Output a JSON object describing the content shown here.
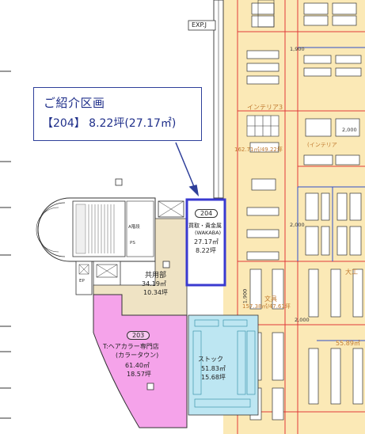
{
  "callout": {
    "title": "ご紹介区画",
    "detail": "【204】 8.22坪(27.17㎡)"
  },
  "marker": "EXP.J",
  "units": [
    {
      "id": "204",
      "name": "買取・貴金属",
      "sub": "(WAKABA)",
      "area_m2": "27.17㎡",
      "area_tsubo": "8.22坪",
      "color": "#ffffff"
    },
    {
      "id": "",
      "name": "共用部",
      "sub": "",
      "area_m2": "34.19㎡",
      "area_tsubo": "10.34坪",
      "color": "#efe3c4"
    },
    {
      "id": "203",
      "name": "T:ヘアカラー専門店",
      "sub": "(カラータウン)",
      "area_m2": "61.40㎡",
      "area_tsubo": "18.57坪",
      "color": "#f5a3ea"
    },
    {
      "id": "",
      "name": "ストック",
      "sub": "",
      "area_m2": "51.83㎡",
      "area_tsubo": "15.68坪",
      "color": "#bde6f2"
    }
  ],
  "store_labels": {
    "interior": "インテリア3",
    "interior_area": "162.71㎡/49.22坪",
    "stationery": "文具",
    "stationery_area": "157.38㎡/47.61坪",
    "right_label": "大工",
    "right_area": "55.89㎡",
    "upper_right": "(インテリア",
    "dim1": "1,900",
    "dim2": "2,000",
    "dim3": "2,000",
    "dim4": "2,000",
    "dim5": "1,900"
  },
  "stair": {
    "label_a": "A階段",
    "ps": "PS",
    "ep": "EP"
  }
}
